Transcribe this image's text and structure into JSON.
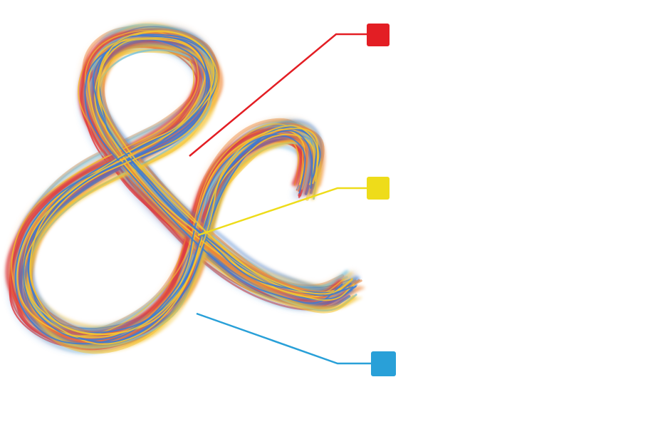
{
  "figure": {
    "graphic": "brushstroke-ampersand",
    "stroke_colors": [
      "#e0393e",
      "#f08a3c",
      "#f4c430",
      "#3a7bd5",
      "#6ec1e4"
    ],
    "callouts": [
      {
        "id": "red",
        "color": "#e31e24"
      },
      {
        "id": "yellow",
        "color": "#eedc1a"
      },
      {
        "id": "blue",
        "color": "#29a0d8"
      }
    ]
  }
}
